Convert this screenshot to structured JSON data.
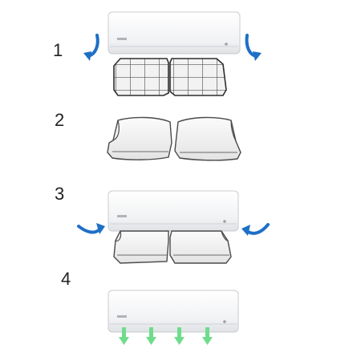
{
  "steps": [
    {
      "number": "1"
    },
    {
      "number": "2"
    },
    {
      "number": "3"
    },
    {
      "number": "4"
    }
  ],
  "colors": {
    "unit_body": "#f4f5f6",
    "unit_outline": "#c9ccd0",
    "filter_frame": "#3a3a3a",
    "filter_screen": "#eeeeee",
    "arrow_blue": "#1e6fc6",
    "airflow_green": "#6fdc8c"
  },
  "icons": {
    "arrow_left": "curved-arrow-left-icon",
    "arrow_right": "curved-arrow-right-icon",
    "airflow": "down-arrow-icon"
  }
}
